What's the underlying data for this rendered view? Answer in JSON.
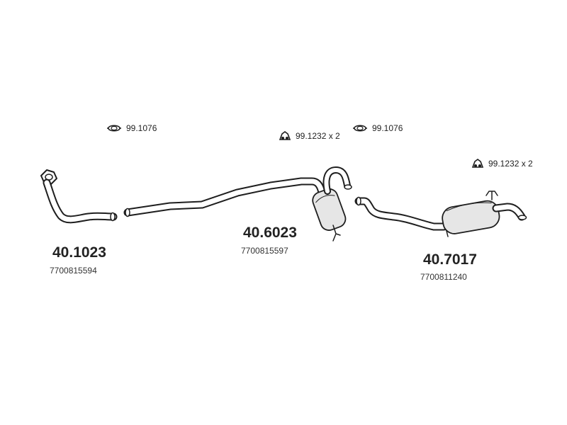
{
  "colors": {
    "line": "#1e1e1e",
    "fill": "#e6e6e6",
    "text": "#222222"
  },
  "accessories": [
    {
      "icon": "clamp-ring-icon",
      "code": "99.1076"
    },
    {
      "icon": "rubber-hanger-icon",
      "code": "99.1232 x 2"
    },
    {
      "icon": "clamp-ring-icon",
      "code": "99.1076"
    },
    {
      "icon": "rubber-hanger-icon",
      "code": "99.1232 x 2"
    }
  ],
  "parts": [
    {
      "part_number": "40.1023",
      "oem_number": "7700815594",
      "shape": "front-pipe"
    },
    {
      "part_number": "40.6023",
      "oem_number": "7700815597",
      "shape": "middle-pipe-with-silencer"
    },
    {
      "part_number": "40.7017",
      "oem_number": "7700811240",
      "shape": "rear-silencer"
    }
  ]
}
